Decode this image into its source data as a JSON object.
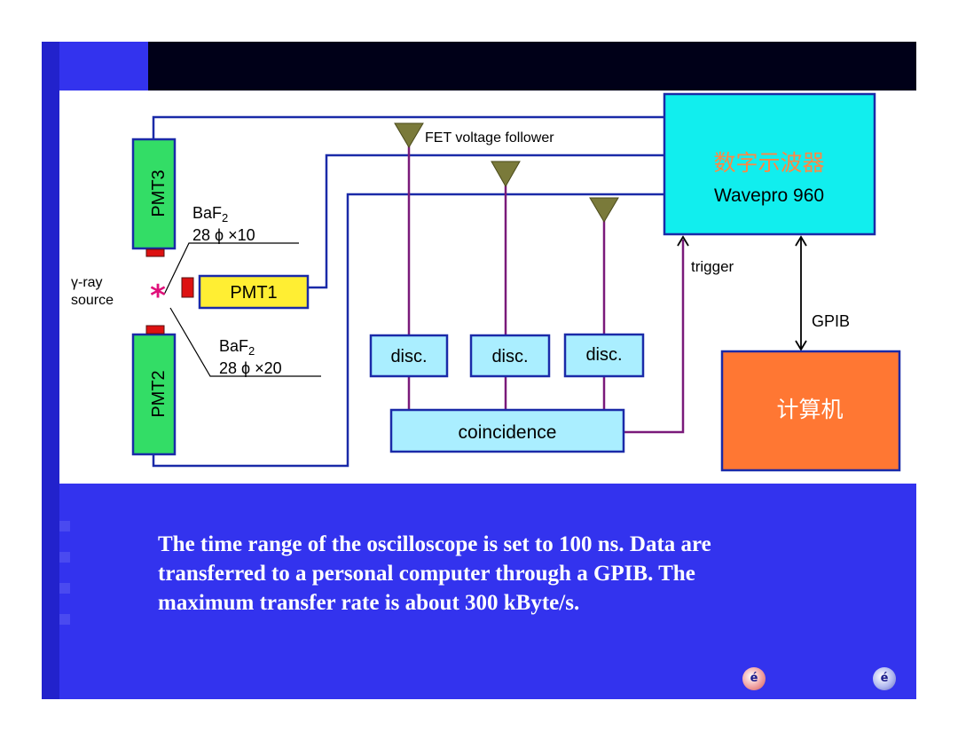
{
  "diagram": {
    "pmt3": "PMT3",
    "pmt2": "PMT2",
    "pmt1": "PMT1",
    "baf2_top_name": "BaF",
    "baf2_top_sub": "2",
    "baf2_top_dims": "28 ϕ  ×10",
    "baf2_bottom_name": "BaF",
    "baf2_bottom_sub": "2",
    "baf2_bottom_dims": "28 ϕ  ×20",
    "source_line1": "γ-ray",
    "source_line2": "source",
    "source_marker": "*",
    "fet_label": "FET voltage follower",
    "disc_labels": [
      "disc.",
      "disc.",
      "disc."
    ],
    "coincidence": "coincidence",
    "trigger": "trigger",
    "oscilloscope_cn": "数字示波器",
    "oscilloscope_model": "Wavepro 960",
    "gpib": "GPIB",
    "computer": "计算机"
  },
  "caption": {
    "line1": "The time range of the oscilloscope is set to 100 ns.  Data are",
    "line2": "transferred to a personal computer through a GPIB. The",
    "line3": "maximum transfer rate is about 300 kByte/s."
  },
  "nav": {
    "icon1": "sound-icon",
    "icon2": "sound-icon",
    "glyph1": "é",
    "glyph2": "é"
  },
  "colors": {
    "background": "#3333ee",
    "topbar": "#000018",
    "wire": "#1a2aa8",
    "signal_wire": "#7a1a7a",
    "pmt_fill": "#33dd66",
    "pmt1_fill": "#ffee33",
    "crystal": "#dd1111",
    "disc_fill": "#aaeeff",
    "oscilloscope_fill": "#11eeee",
    "oscilloscope_cn_text": "#ff8844",
    "computer_fill": "#ff7733",
    "fet_fill": "#7a7a3a"
  }
}
